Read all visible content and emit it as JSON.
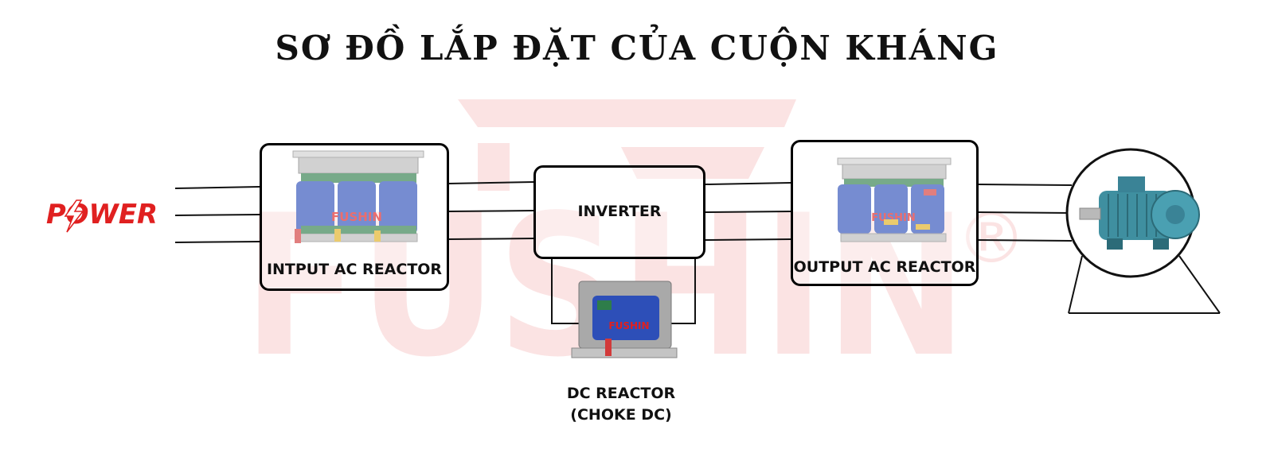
{
  "title": "SƠ ĐỒ LẮP ĐẶT CỦA CUỘN KHÁNG",
  "watermark": {
    "text": "FUSHIN",
    "registered_mark": "®",
    "color": "#f8dcdc"
  },
  "power_logo": {
    "text": "POWER",
    "color": "#e02020",
    "icon": "lightning-bolt-icon"
  },
  "input_reactor": {
    "label": "INTPUT AC REACTOR",
    "reactor_brand": "FUSHIN"
  },
  "inverter": {
    "label": "INVERTER"
  },
  "output_reactor": {
    "label": "OUTPUT AC REACTOR",
    "reactor_brand": "FUSHIN"
  },
  "dc_reactor": {
    "label_line1": "DC REACTOR",
    "label_line2": "(CHOKE DC)",
    "reactor_brand": "FUSHIN"
  },
  "motor": {
    "icon": "electric-motor-icon",
    "body_color": "#3f8fa0"
  },
  "colors": {
    "line": "#111111",
    "reactor_core": "#2d4fb8",
    "accent_red": "#e02020"
  }
}
